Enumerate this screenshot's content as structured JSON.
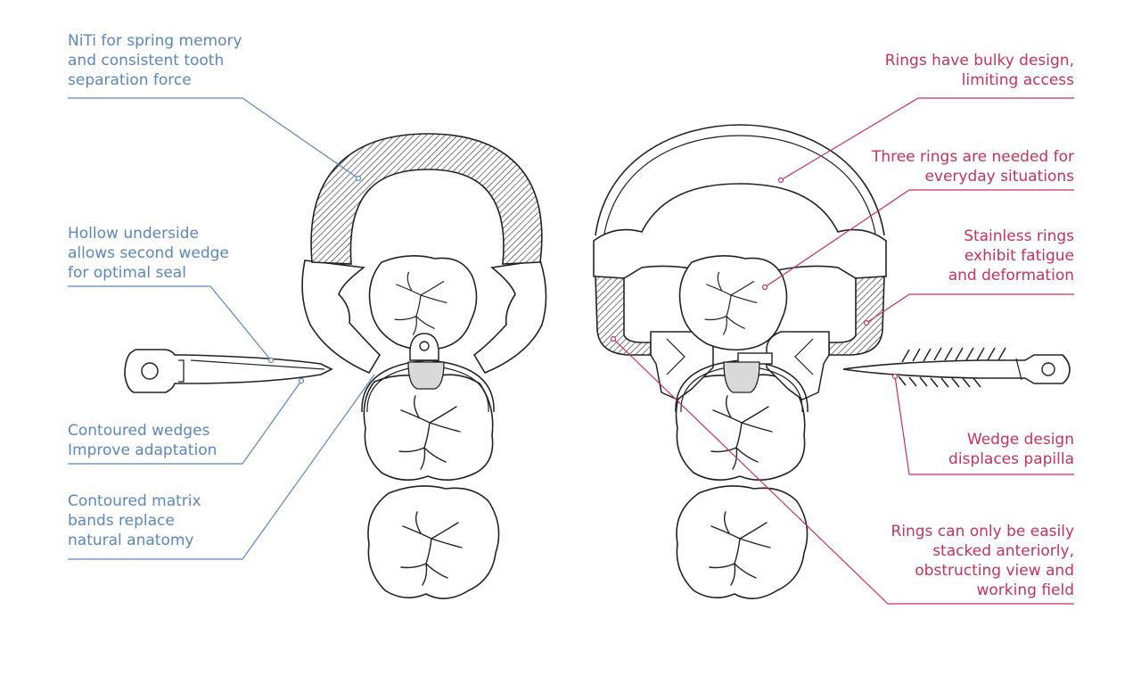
{
  "colors": {
    "left_accent": "#5b86c1",
    "right_accent": "#c8325a",
    "outline": "#222222",
    "background": "#ffffff"
  },
  "left_annotations": [
    {
      "id": "niti",
      "lines": [
        "NiTi for spring memory",
        "and consistent tooth",
        "separation force"
      ]
    },
    {
      "id": "hollow",
      "lines": [
        "Hollow underside",
        "allows second wedge",
        "for optimal seal"
      ]
    },
    {
      "id": "contoured-wedges",
      "lines": [
        "Contoured wedges",
        "Improve adaptation"
      ]
    },
    {
      "id": "contoured-bands",
      "lines": [
        "Contoured matrix",
        "bands replace",
        "natural anatomy"
      ]
    }
  ],
  "right_annotations": [
    {
      "id": "bulky",
      "lines": [
        "Rings have bulky design,",
        "limiting access"
      ]
    },
    {
      "id": "three-rings",
      "lines": [
        "Three rings are needed for",
        "everyday situations"
      ]
    },
    {
      "id": "stainless",
      "lines": [
        "Stainless rings",
        "exhibit fatigue",
        "and deformation"
      ]
    },
    {
      "id": "wedge-design",
      "lines": [
        "Wedge design",
        "displaces papilla"
      ]
    },
    {
      "id": "stacked",
      "lines": [
        "Rings can only be easily",
        "stacked anteriorly,",
        "obstructing view and",
        "working field"
      ]
    }
  ]
}
